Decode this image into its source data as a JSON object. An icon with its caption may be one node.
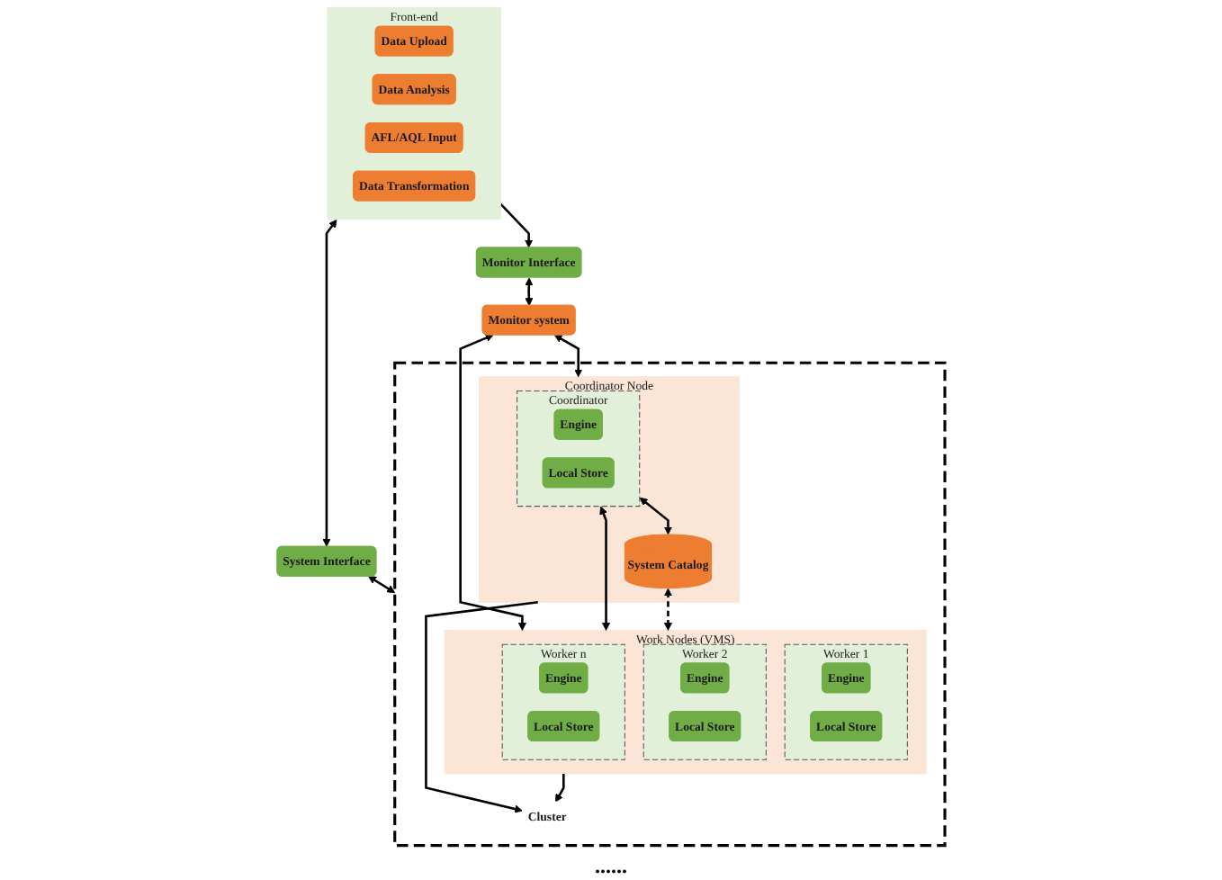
{
  "diagram": {
    "nodes": [
      {
        "text": [
          "Monitor Interface"
        ]
      },
      {
        "text": [
          "Front-end"
        ]
      },
      {
        "text": [
          "Data Upload"
        ],
        "in": 1
      },
      {
        "text": [
          "Data Analysis"
        ],
        "in": 1
      },
      {
        "text": [
          "AFL/AQL Input"
        ],
        "in": 1
      },
      {
        "text": [
          "Data Transformation"
        ],
        "in": 1
      },
      {
        "text": [
          "System Interface"
        ]
      },
      {
        "text": [
          "Monitor system"
        ]
      },
      {
        "text": [],
        "shape": "box"
      },
      {
        "text": [
          "Coordinator Node"
        ],
        "in": 8
      },
      {
        "text": [
          "Coordinator"
        ],
        "in": 9
      },
      {
        "text": [
          "Engine"
        ],
        "in": 10
      },
      {
        "text": [
          "Local Store"
        ],
        "in": 10
      },
      {
        "text": [
          "System Catalog"
        ],
        "in": 9
      },
      {
        "text": [
          "Work Nodes (VMS)"
        ],
        "in": 8
      },
      {
        "text": [
          "Worker 1"
        ],
        "in": 14
      },
      {
        "text": [
          "Engine"
        ],
        "in": 15
      },
      {
        "text": [
          "Local Store"
        ],
        "in": 15
      },
      {
        "text": [
          "Worker 2"
        ],
        "in": 14
      },
      {
        "text": [
          "Engine"
        ],
        "in": 18
      },
      {
        "text": [
          "Local Store"
        ],
        "in": 18
      },
      {
        "text": [
          "Worker n"
        ],
        "in": 14
      },
      {
        "text": [
          "Engine"
        ],
        "in": 21
      },
      {
        "text": [
          "Local Store"
        ],
        "in": 21
      },
      {
        "text": [
          "Cluster"
        ],
        "in": 8
      }
    ],
    "edges": [
      {
        "from": 1,
        "to": 0,
        "arrow": "to"
      },
      {
        "from": 1,
        "to": 6,
        "arrow": "both"
      },
      {
        "from": 0,
        "to": 7,
        "arrow": "both"
      },
      {
        "from": 6,
        "to": 8,
        "arrow": "both"
      },
      {
        "from": 7,
        "to": 9,
        "arrow": "both"
      },
      {
        "from": 7,
        "to": 14,
        "arrow": "both"
      },
      {
        "from": 10,
        "to": 13,
        "arrow": "both"
      },
      {
        "from": 10,
        "to": 14,
        "arrow": "both"
      },
      {
        "from": 13,
        "to": 14,
        "arrow": "both",
        "style": "dashed"
      },
      {
        "from": 9,
        "to": 24,
        "arrow": "to"
      },
      {
        "from": 14,
        "to": 24,
        "arrow": "to"
      }
    ],
    "labels": [
      "......"
    ]
  }
}
